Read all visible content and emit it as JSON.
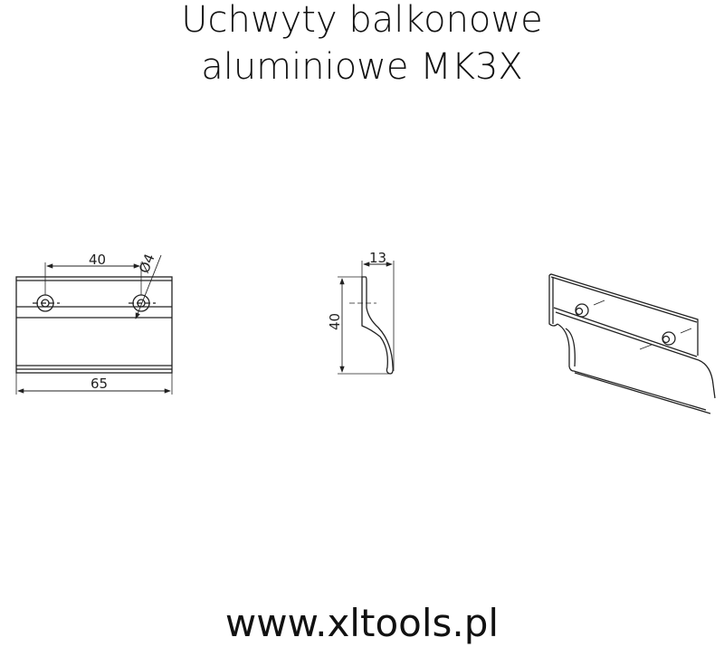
{
  "title_line1": "Uchwyty balkonowe",
  "title_line2": "aluminiowe MK3X",
  "website": "www.xltools.pl",
  "dimensions": {
    "hole_spacing": "40",
    "hole_diameter": "Ø4",
    "length": "65",
    "height": "40",
    "depth": "13"
  }
}
